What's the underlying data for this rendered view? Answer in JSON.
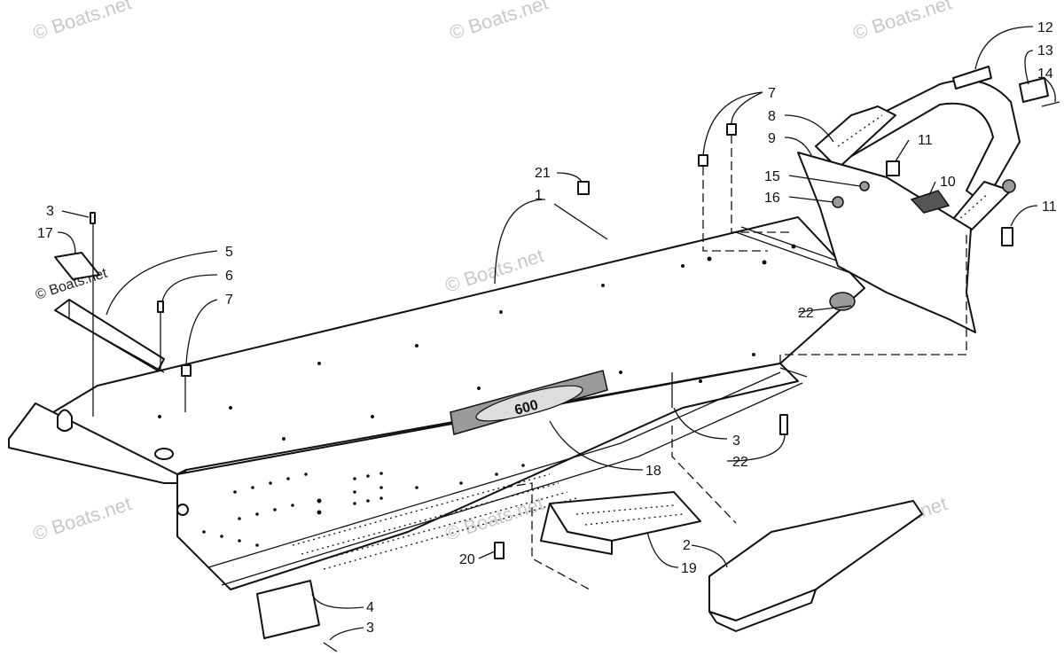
{
  "watermark": {
    "text": "© Boats.net",
    "color": "#c8c8c8"
  },
  "callouts": [
    {
      "id": "c1",
      "text": "1"
    },
    {
      "id": "c2",
      "text": "2"
    },
    {
      "id": "c3a",
      "text": "3"
    },
    {
      "id": "c3b",
      "text": "3"
    },
    {
      "id": "c3c",
      "text": "3"
    },
    {
      "id": "c4",
      "text": "4"
    },
    {
      "id": "c5",
      "text": "5"
    },
    {
      "id": "c6",
      "text": "6"
    },
    {
      "id": "c7a",
      "text": "7"
    },
    {
      "id": "c7b",
      "text": "7"
    },
    {
      "id": "c8",
      "text": "8"
    },
    {
      "id": "c9",
      "text": "9"
    },
    {
      "id": "c10",
      "text": "10"
    },
    {
      "id": "c11a",
      "text": "11"
    },
    {
      "id": "c11b",
      "text": "11"
    },
    {
      "id": "c12",
      "text": "12"
    },
    {
      "id": "c13",
      "text": "13"
    },
    {
      "id": "c14",
      "text": "14"
    },
    {
      "id": "c15",
      "text": "15"
    },
    {
      "id": "c16",
      "text": "16"
    },
    {
      "id": "c17",
      "text": "17"
    },
    {
      "id": "c18",
      "text": "18"
    },
    {
      "id": "c19",
      "text": "19"
    },
    {
      "id": "c20",
      "text": "20"
    },
    {
      "id": "c21",
      "text": "21"
    },
    {
      "id": "c22a",
      "text": "22"
    },
    {
      "id": "c22b",
      "text": "22"
    }
  ],
  "decal_text": "600"
}
